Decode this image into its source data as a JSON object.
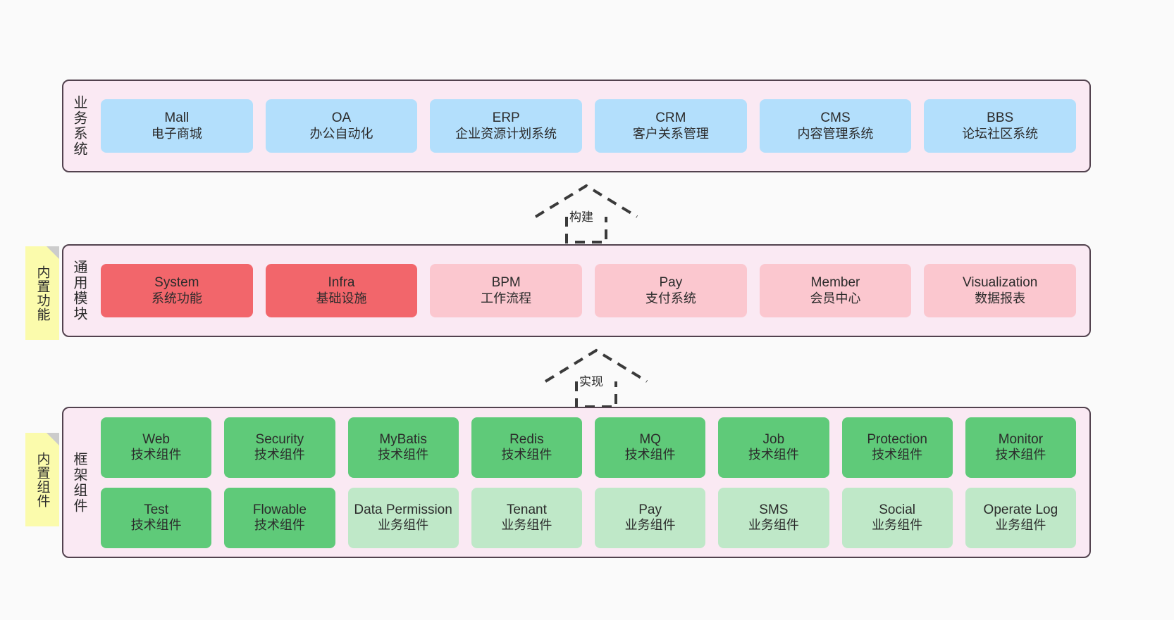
{
  "diagram": {
    "background_color": "#fafafa",
    "layer_fill": "#fae9f3",
    "layer_border": "#52424e"
  },
  "layers": [
    {
      "id": "business-system",
      "label": "业务系统",
      "card_color": "#b3dffc",
      "cards": [
        {
          "title": "Mall",
          "subtitle": "电子商城"
        },
        {
          "title": "OA",
          "subtitle": "办公自动化"
        },
        {
          "title": "ERP",
          "subtitle": "企业资源计划系统"
        },
        {
          "title": "CRM",
          "subtitle": "客户关系管理"
        },
        {
          "title": "CMS",
          "subtitle": "内容管理系统"
        },
        {
          "title": "BBS",
          "subtitle": "论坛社区系统"
        }
      ]
    },
    {
      "id": "common-module",
      "label": "通用模块",
      "note": "内置功能",
      "highlight_color": "#f2666b",
      "card_color": "#fbc7cf",
      "cards": [
        {
          "title": "System",
          "subtitle": "系统功能",
          "highlight": true
        },
        {
          "title": "Infra",
          "subtitle": "基础设施",
          "highlight": true
        },
        {
          "title": "BPM",
          "subtitle": "工作流程",
          "highlight": false
        },
        {
          "title": "Pay",
          "subtitle": "支付系统",
          "highlight": false
        },
        {
          "title": "Member",
          "subtitle": "会员中心",
          "highlight": false
        },
        {
          "title": "Visualization",
          "subtitle": "数据报表",
          "highlight": false
        }
      ]
    },
    {
      "id": "framework-component",
      "label": "框架组件",
      "note": "内置组件",
      "tech_color": "#5fca79",
      "biz_color": "#bfe8c8",
      "row1": [
        {
          "title": "Web",
          "subtitle": "技术组件",
          "kind": "tech"
        },
        {
          "title": "Security",
          "subtitle": "技术组件",
          "kind": "tech"
        },
        {
          "title": "MyBatis",
          "subtitle": "技术组件",
          "kind": "tech"
        },
        {
          "title": "Redis",
          "subtitle": "技术组件",
          "kind": "tech"
        },
        {
          "title": "MQ",
          "subtitle": "技术组件",
          "kind": "tech"
        },
        {
          "title": "Job",
          "subtitle": "技术组件",
          "kind": "tech"
        },
        {
          "title": "Protection",
          "subtitle": "技术组件",
          "kind": "tech"
        },
        {
          "title": "Monitor",
          "subtitle": "技术组件",
          "kind": "tech"
        }
      ],
      "row2": [
        {
          "title": "Test",
          "subtitle": "技术组件",
          "kind": "tech"
        },
        {
          "title": "Flowable",
          "subtitle": "技术组件",
          "kind": "tech"
        },
        {
          "title": "Data Permission",
          "subtitle": "业务组件",
          "kind": "biz"
        },
        {
          "title": "Tenant",
          "subtitle": "业务组件",
          "kind": "biz"
        },
        {
          "title": "Pay",
          "subtitle": "业务组件",
          "kind": "biz"
        },
        {
          "title": "SMS",
          "subtitle": "业务组件",
          "kind": "biz"
        },
        {
          "title": "Social",
          "subtitle": "业务组件",
          "kind": "biz"
        },
        {
          "title": "Operate Log",
          "subtitle": "业务组件",
          "kind": "biz"
        }
      ]
    }
  ],
  "connectors": [
    {
      "id": "build",
      "label": "构建",
      "style": "dashed-generalization"
    },
    {
      "id": "implement",
      "label": "实现",
      "style": "dashed-generalization"
    }
  ]
}
